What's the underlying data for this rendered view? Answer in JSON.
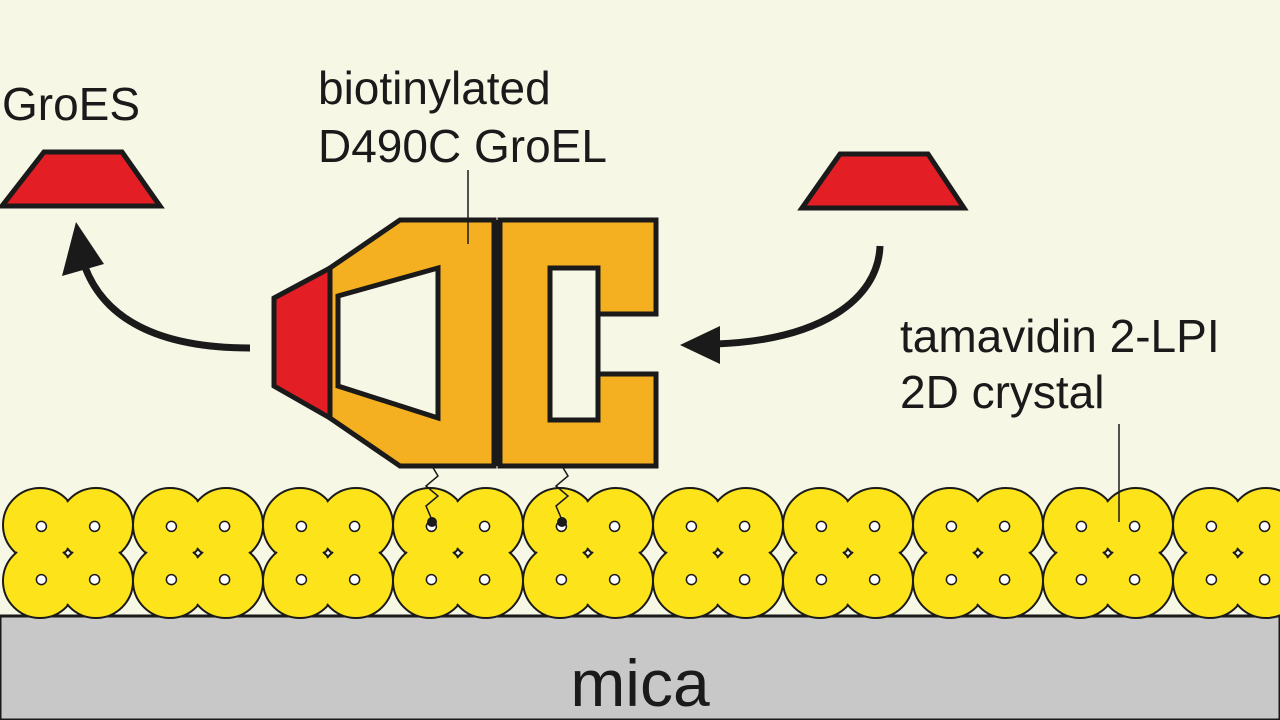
{
  "labels": {
    "groes": "GroES",
    "groel_line1": "biotinylated",
    "groel_line2": "D490C GroEL",
    "tamavidin_line1": "tamavidin 2-LPI",
    "tamavidin_line2": "2D crystal",
    "substrate": "mica"
  },
  "colors": {
    "background": "#f7f7e6",
    "groes_red": "#e31e24",
    "groel_orange": "#f5b021",
    "tamavidin_yellow": "#fde31a",
    "mica_gray": "#c8c8c8",
    "outline": "#1a1a1a"
  },
  "crystal": {
    "unit_count": 10
  }
}
